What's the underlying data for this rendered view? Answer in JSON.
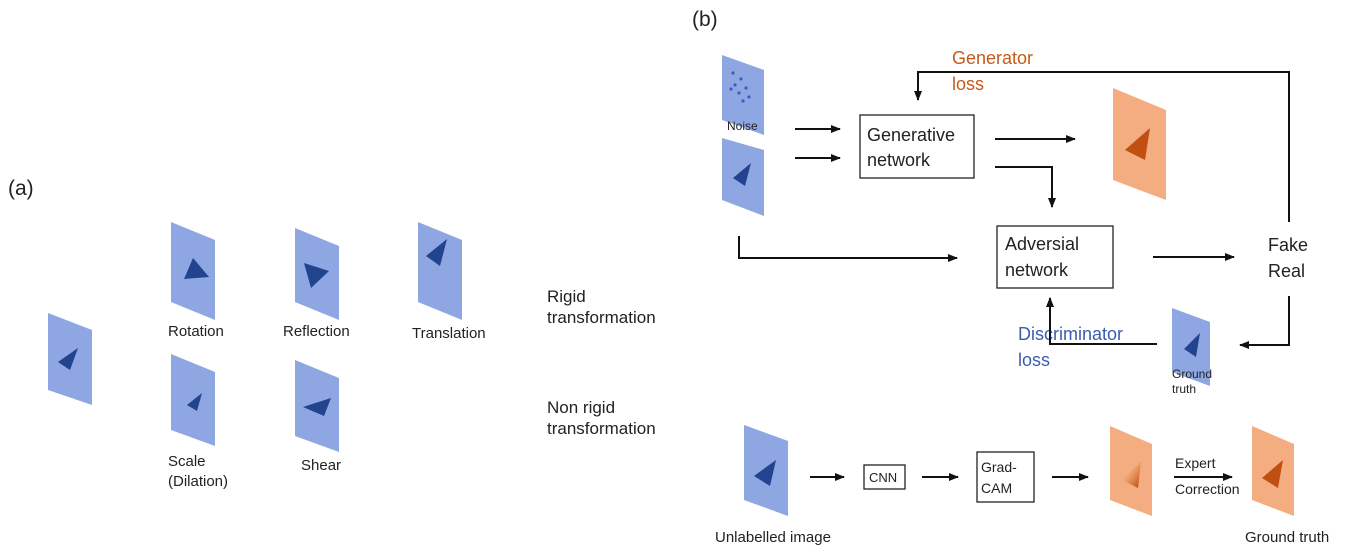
{
  "panel_a": {
    "label": "(a)",
    "captions": {
      "rotation": "Rotation",
      "reflection": "Reflection",
      "translation": "Translation",
      "scale_line1": "Scale",
      "scale_line2": "(Dilation)",
      "shear": "Shear"
    },
    "rigid": {
      "line1": "Rigid",
      "line2": "transformation"
    },
    "nonrigid": {
      "line1": "Non rigid",
      "line2": "transformation"
    }
  },
  "panel_b": {
    "label": "(b)",
    "noise_label": "Noise",
    "generator_loss": {
      "line1": "Generator",
      "line2": "loss"
    },
    "generative_box": {
      "line1": "Generative",
      "line2": "network"
    },
    "adversarial_box": {
      "line1": "Adversial",
      "line2": "network"
    },
    "fake": "Fake",
    "real": "Real",
    "discriminator_loss": {
      "line1": "Discriminator",
      "line2": "loss"
    },
    "ground_truth_small": {
      "line1": "Ground",
      "line2": "truth"
    },
    "cnn": "CNN",
    "gradcam": {
      "line1": "Grad-",
      "line2": "CAM"
    },
    "expert_correction": {
      "line1": "Expert",
      "line2": "Correction"
    },
    "unlabelled": "Unlabelled image",
    "ground_truth": "Ground truth"
  },
  "colors": {
    "sheet_blue": "#8ea6e2",
    "triangle_blue": "#22448f",
    "sheet_orange": "#f3ad80",
    "triangle_orange": "#c24f12",
    "generator_loss_text": "#c55a1a",
    "discriminator_loss_text": "#3b5db0"
  }
}
